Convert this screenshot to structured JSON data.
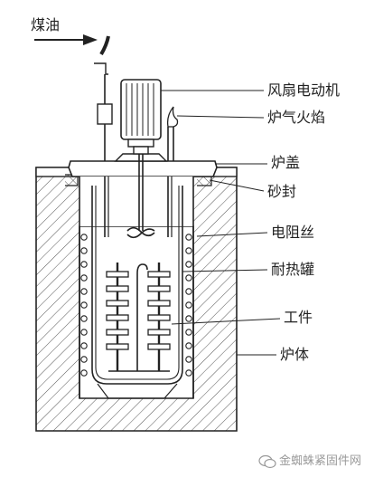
{
  "diagram": {
    "labels": {
      "kerosene": "煤油",
      "fan_motor": "风扇电动机",
      "furnace_flame": "炉气火焰",
      "furnace_lid": "炉盖",
      "sand_seal": "砂封",
      "resistance_wire": "电阻丝",
      "heat_resistant_tank": "耐热罐",
      "workpiece": "工件",
      "furnace_body": "炉体"
    },
    "watermark": "金蜘蛛紧固件网",
    "colors": {
      "line": "#222222",
      "hatch": "#444444",
      "background": "#ffffff",
      "watermark": "#9a9a9a"
    }
  }
}
